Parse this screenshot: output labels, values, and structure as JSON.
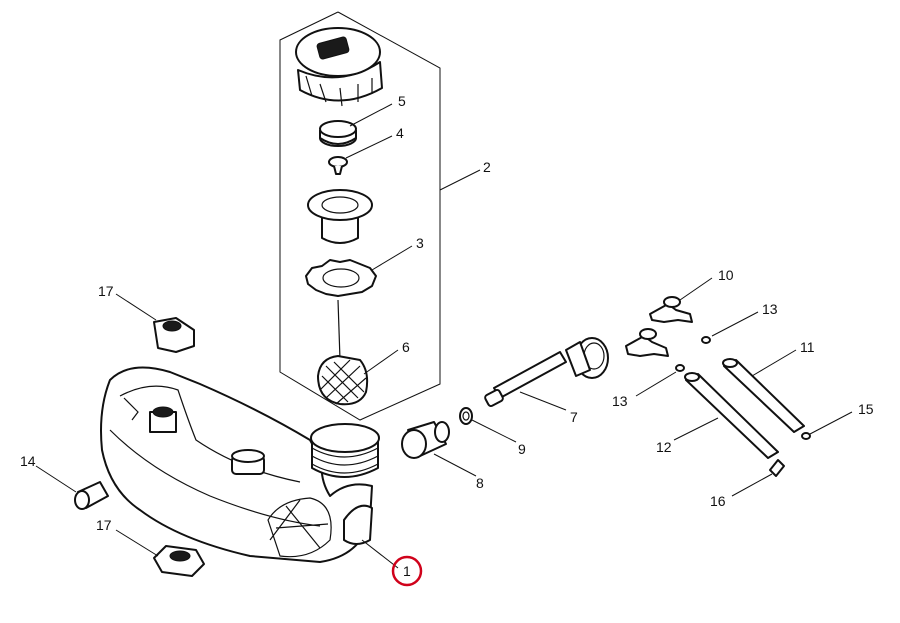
{
  "callouts": [
    {
      "id": "c1",
      "label": "1",
      "highlighted": true
    },
    {
      "id": "c2",
      "label": "2"
    },
    {
      "id": "c3",
      "label": "3"
    },
    {
      "id": "c4",
      "label": "4"
    },
    {
      "id": "c5",
      "label": "5"
    },
    {
      "id": "c6",
      "label": "6"
    },
    {
      "id": "c7",
      "label": "7"
    },
    {
      "id": "c8",
      "label": "8"
    },
    {
      "id": "c9",
      "label": "9"
    },
    {
      "id": "c10",
      "label": "10"
    },
    {
      "id": "c11",
      "label": "11"
    },
    {
      "id": "c12",
      "label": "12"
    },
    {
      "id": "c13a",
      "label": "13"
    },
    {
      "id": "c13b",
      "label": "13"
    },
    {
      "id": "c14",
      "label": "14"
    },
    {
      "id": "c15",
      "label": "15"
    },
    {
      "id": "c16",
      "label": "16"
    },
    {
      "id": "c17a",
      "label": "17"
    },
    {
      "id": "c17b",
      "label": "17"
    }
  ],
  "colors": {
    "highlight": "#d0021b",
    "line": "#111111",
    "background": "#ffffff"
  }
}
